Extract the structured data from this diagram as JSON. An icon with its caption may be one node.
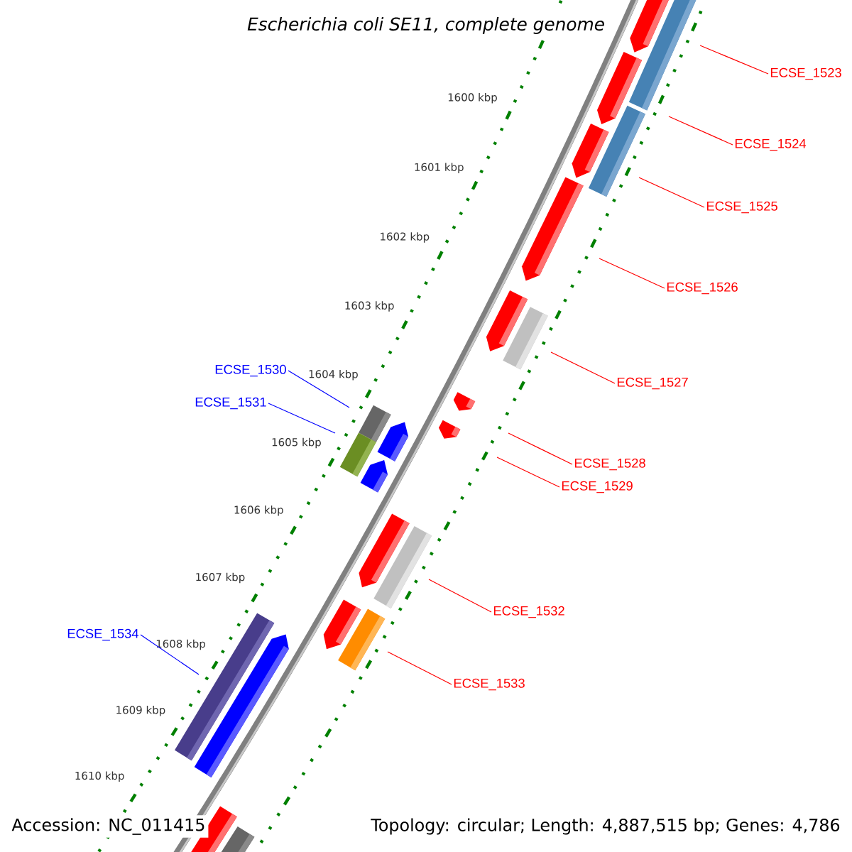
{
  "diagram": {
    "title": "Escherichia coli SE11, complete genome",
    "nodes": [
      {
        "text": [
          "ECSE_1523"
        ]
      },
      {
        "text": [
          "ECSE_1524"
        ]
      },
      {
        "text": [
          "ECSE_1525"
        ]
      },
      {
        "text": [
          "ECSE_1526"
        ]
      },
      {
        "text": [
          "ECSE_1530"
        ]
      },
      {
        "text": [
          "ECSE_1527"
        ]
      },
      {
        "text": [
          "ECSE_1531"
        ]
      },
      {
        "text": [
          "ECSE_1528"
        ]
      },
      {
        "text": [
          "ECSE_1529"
        ]
      },
      {
        "text": [
          "ECSE_1532"
        ]
      },
      {
        "text": [
          "ECSE_1534"
        ]
      },
      {
        "text": [
          "ECSE_1533"
        ]
      }
    ],
    "edges": [
      {
        "from": 0,
        "to": null,
        "arrow": "none"
      },
      {
        "from": 1,
        "to": null,
        "arrow": "none"
      },
      {
        "from": 2,
        "to": null,
        "arrow": "none"
      },
      {
        "from": 3,
        "to": null,
        "arrow": "none"
      },
      {
        "from": 4,
        "to": null,
        "arrow": "none",
        "color": "#0000ff"
      },
      {
        "from": 5,
        "to": null,
        "arrow": "none"
      },
      {
        "from": 6,
        "to": null,
        "arrow": "none",
        "color": "#0000ff"
      },
      {
        "from": 7,
        "to": null,
        "arrow": "none"
      },
      {
        "from": 8,
        "to": null,
        "arrow": "none"
      },
      {
        "from": 9,
        "to": null,
        "arrow": "none"
      },
      {
        "from": 10,
        "to": null,
        "arrow": "none",
        "color": "#0000ff"
      },
      {
        "from": 11,
        "to": null,
        "arrow": "none"
      }
    ],
    "labels": [
      "1600 kbp",
      "1601 kbp",
      "1602 kbp",
      "1603 kbp",
      "1604 kbp",
      "1605 kbp",
      "1606 kbp",
      "1607 kbp",
      "1608 kbp",
      "1609 kbp",
      "1610 kbp",
      "Accession: NC_011415",
      "Topology: circular; Length: 4,887,515 bp; Genes: 4,786"
    ]
  }
}
